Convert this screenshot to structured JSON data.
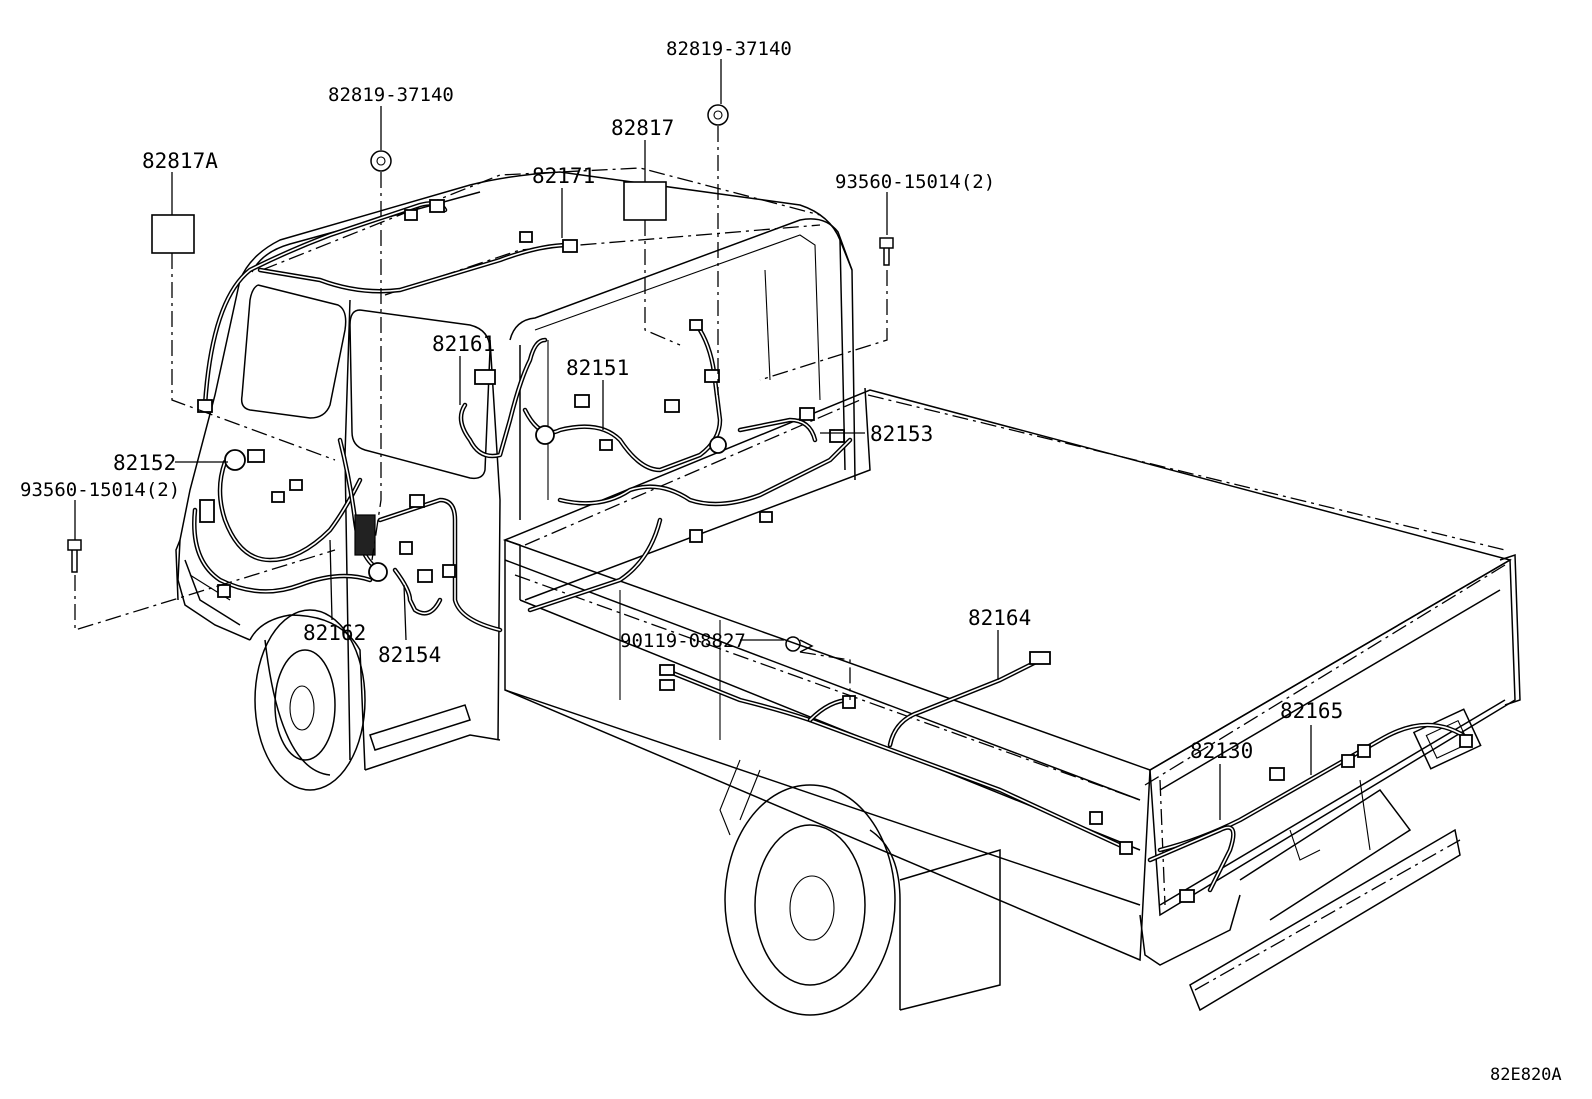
{
  "diagram_code": "82E820A",
  "labels": {
    "grommet_left": "82819-37140",
    "grommet_right": "82819-37140",
    "label_a": "82817A",
    "label_b": "82817",
    "harness_82171": "82171",
    "bolt_right": "93560-15014(2)",
    "bolt_left": "93560-15014(2)",
    "harness_82161": "82161",
    "harness_82151": "82151",
    "harness_82152": "82152",
    "harness_82153": "82153",
    "harness_82162": "82162",
    "harness_82154": "82154",
    "bolt_bed": "90119-08827",
    "harness_82164": "82164",
    "harness_82165": "82165",
    "harness_82130": "82130"
  }
}
